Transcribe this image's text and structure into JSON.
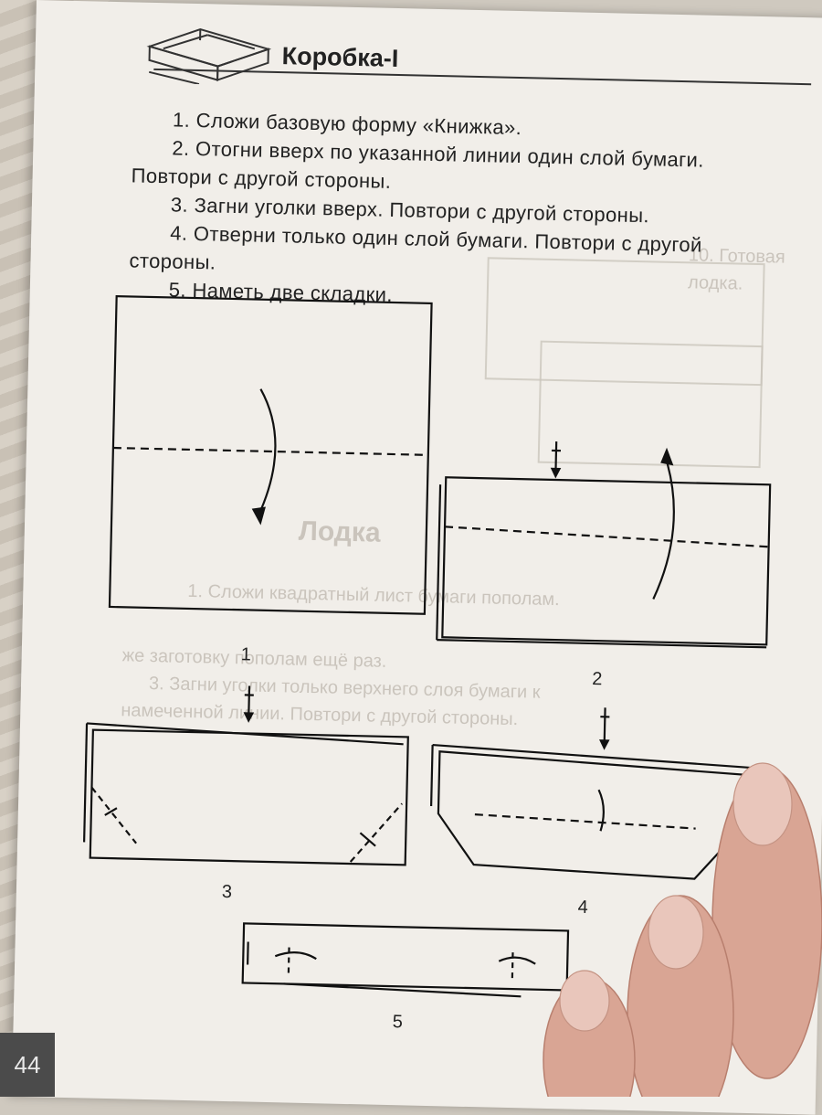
{
  "page": {
    "title": "Коробка-I",
    "number": "44"
  },
  "steps": [
    "1. Сложи базовую форму «Книжка».",
    "2. Отогни вверх по указанной линии один слой бумаги. Повтори с другой стороны.",
    "3. Загни уголки вверх. Повтори с другой стороны.",
    "4. Отверни только один слой бумаги. Повтори с другой стороны.",
    "5. Наметь две складки."
  ],
  "figures": [
    {
      "label": "1"
    },
    {
      "label": "2"
    },
    {
      "label": "3"
    },
    {
      "label": "4"
    },
    {
      "label": "5"
    }
  ],
  "bleed_through": {
    "heading": "Лодка",
    "lines": [
      "1. Сложи квадратный лист бумаги пополам.",
      "же заготовку пополам ещё раз.",
      "3. Загни уголки только верхнего слоя бумаги к",
      "намеченной линии. Повтори с другой стороны.",
      "10. Готовая лодка."
    ]
  },
  "colors": {
    "paper": "#f1eee9",
    "ink": "#222222",
    "bleed": "#bdb7ae",
    "page_tab": "#4b4b4b",
    "background": "#cfc9bf"
  }
}
